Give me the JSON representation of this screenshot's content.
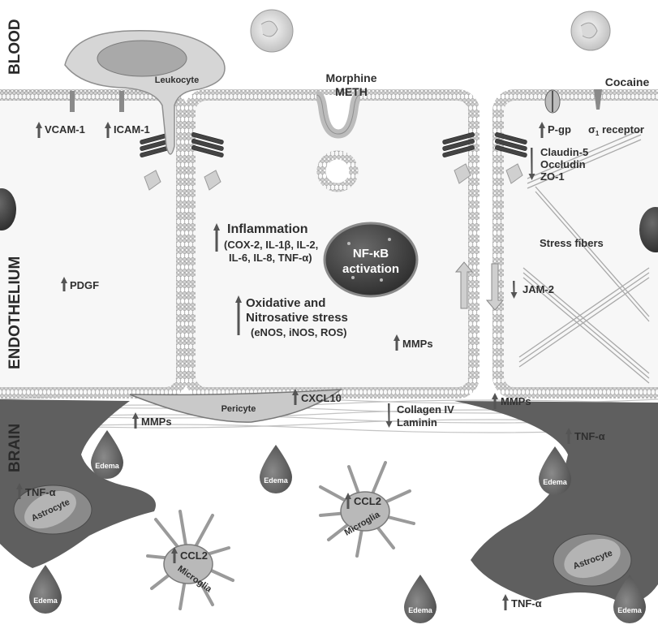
{
  "regions": {
    "blood": "BLOOD",
    "endothelium": "ENDOTHELIUM",
    "brain": "BRAIN"
  },
  "drugs": {
    "morphine": "Morphine",
    "meth": "METH",
    "cocaine": "Cocaine"
  },
  "cells": {
    "leukocyte": "Leukocyte",
    "pericyte": "Pericyte",
    "astrocyte": "Astrocyte",
    "microglia": "Microglia",
    "edema": "Edema",
    "nfkb_1": "NF-κB",
    "nfkb_2": "activation"
  },
  "markers": {
    "vcam1": "VCAM-1",
    "icam1": "ICAM-1",
    "pgp": "P-gp",
    "sigma1": "σ",
    "sigma1_sub": "1",
    "sigma1_suffix": " receptor",
    "claudin5": "Claudin-5",
    "occludin": "Occludin",
    "zo1": "ZO-1",
    "stress_fibers": "Stress fibers",
    "inflammation": "Inflammation",
    "inflammation_list_1": "(COX-2, IL-1β, IL-2,",
    "inflammation_list_2": "IL-6, IL-8, TNF-α)",
    "oxidative_1": "Oxidative and",
    "oxidative_2": "Nitrosative stress",
    "oxidative_list": "(eNOS, iNOS, ROS)",
    "pdgf": "PDGF",
    "mmps": "MMPs",
    "jam2": "JAM-2",
    "cxcl10": "CXCL10",
    "collagen": "Collagen IV",
    "laminin": "Laminin",
    "tnfa": "TNF-α",
    "ccl2": "CCL2"
  },
  "colors": {
    "membrane": "#d2d2d2",
    "dark_gray": "#5a5a5a",
    "nucleus": "#3d3d3d",
    "text": "#2f2f2f",
    "arrow": "#555555",
    "cell_fill": "#e9e9e9"
  }
}
